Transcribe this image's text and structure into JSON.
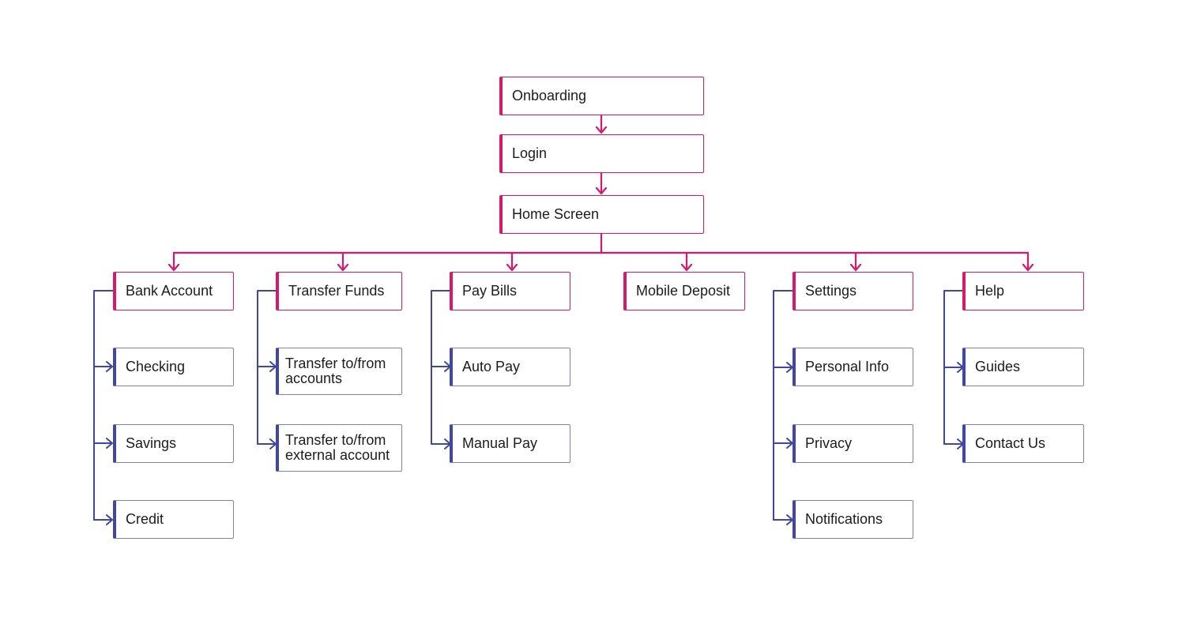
{
  "colors": {
    "primary": "#d8186a",
    "secondary": "#3e47a8",
    "secondary_border": "#7f7fc6",
    "text": "#1c1c1c"
  },
  "flow": {
    "onboarding": "Onboarding",
    "login": "Login",
    "home": "Home Screen"
  },
  "sections": [
    {
      "label": "Bank Account",
      "children": [
        "Checking",
        "Savings",
        "Credit"
      ]
    },
    {
      "label": "Transfer Funds",
      "children": [
        "Transfer to/from\naccounts",
        "Transfer to/from\nexternal account"
      ]
    },
    {
      "label": "Pay Bills",
      "children": [
        "Auto Pay",
        "Manual Pay"
      ]
    },
    {
      "label": "Mobile Deposit",
      "children": []
    },
    {
      "label": "Settings",
      "children": [
        "Personal Info",
        "Privacy",
        "Notifications"
      ]
    },
    {
      "label": "Help",
      "children": [
        "Guides",
        "Contact Us"
      ]
    }
  ]
}
